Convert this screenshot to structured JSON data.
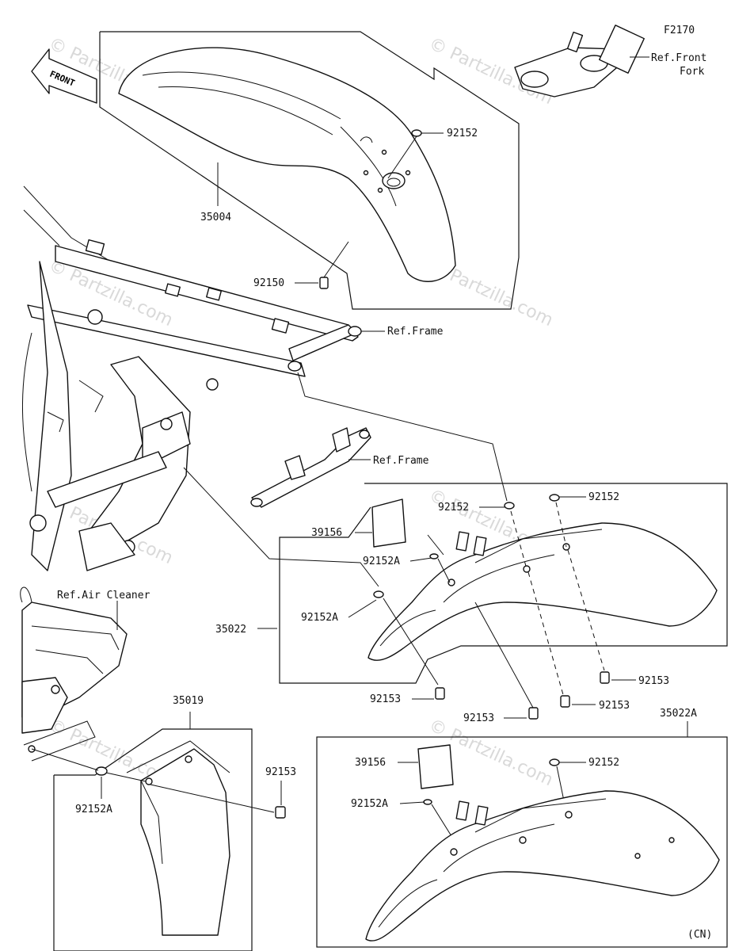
{
  "figure_code": "F2170",
  "front_arrow": "FRONT",
  "watermark": "© Partzilla.com",
  "refs": {
    "front_fork": "Ref.Front\nFork",
    "frame_upper": "Ref.Frame",
    "frame_lower": "Ref.Frame",
    "air_cleaner": "Ref.Air Cleaner"
  },
  "parts": {
    "p35004": "35004",
    "p92152_top": "92152",
    "p92150": "92150",
    "p35022": "35022",
    "p39156_a": "39156",
    "p92152_b": "92152",
    "p92152_c": "92152",
    "p92152A_a": "92152A",
    "p92152A_b": "92152A",
    "p92153_a": "92153",
    "p92153_b": "92153",
    "p92153_c": "92153",
    "p92153_d": "92153",
    "p35019": "35019",
    "p92153_e": "92153",
    "p92152A_c": "92152A",
    "p35022A": "35022A",
    "p39156_b": "39156",
    "p92152_d": "92152",
    "p92152A_d": "92152A"
  },
  "market_note": "(CN)"
}
